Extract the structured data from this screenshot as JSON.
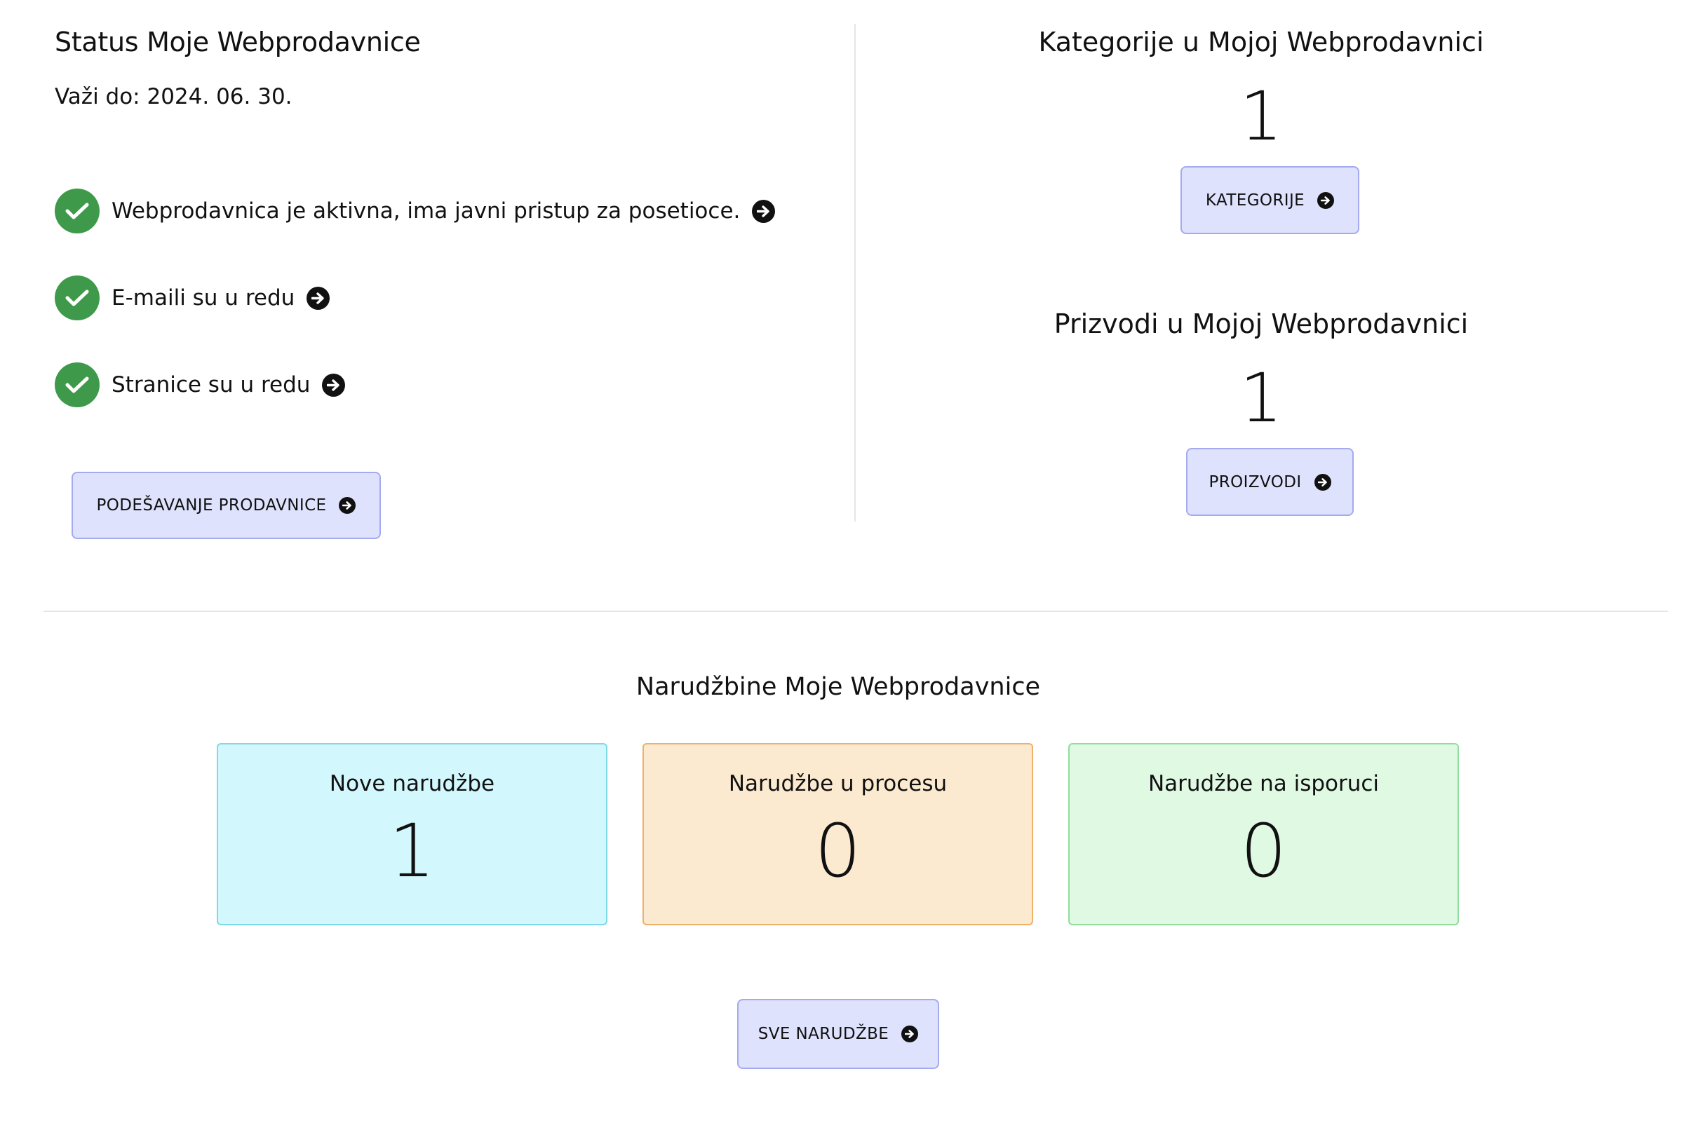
{
  "status": {
    "title": "Status Moje Webprodavnice",
    "valid_until": "Važi do: 2024. 06. 30.",
    "checks": [
      {
        "label": "Webprodavnica je aktivna, ima javni pristup za posetioce."
      },
      {
        "label": "E-maili su u redu"
      },
      {
        "label": "Stranice su u redu"
      }
    ],
    "settings_button": "PODEŠAVANJE PRODAVNICE"
  },
  "categories": {
    "title": "Kategorije u Mojoj Webprodavnici",
    "count": "1",
    "button": "KATEGORIJE"
  },
  "products": {
    "title": "Prizvodi u Mojoj Webprodavnici",
    "count": "1",
    "button": "PROIZVODI"
  },
  "orders": {
    "title": "Narudžbine Moje Webprodavnice",
    "cards": [
      {
        "label": "Nove narudžbe",
        "value": "1"
      },
      {
        "label": "Narudžbe u procesu",
        "value": "0"
      },
      {
        "label": "Narudžbe na isporuci",
        "value": "0"
      }
    ],
    "all_button": "SVE NARUDŽBE"
  },
  "colors": {
    "check_green": "#3e9a4a",
    "button_bg": "#dfe2fd",
    "button_border": "#a4aaf0",
    "card_new_bg": "#d2f7fc",
    "card_new_border": "#7fd9e6",
    "card_process_bg": "#fbead0",
    "card_process_border": "#eeb16b",
    "card_delivery_bg": "#dff9e3",
    "card_delivery_border": "#92dc9f"
  },
  "icons": {
    "check": "check-icon",
    "arrow": "arrow-right-circle-icon"
  }
}
